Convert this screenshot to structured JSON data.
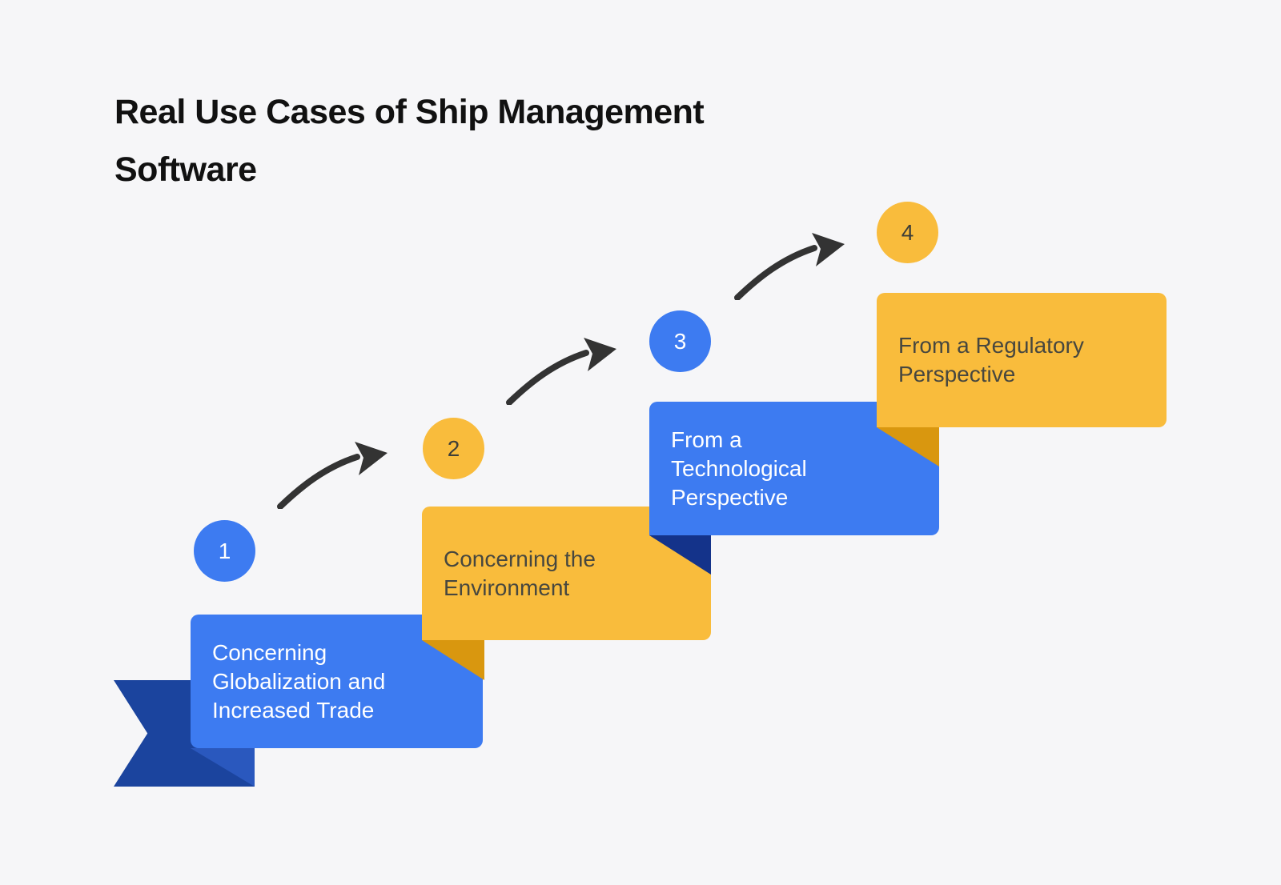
{
  "title": {
    "text": "Real Use Cases of Ship Management Software",
    "lines": [
      "Real Use Cases of Ship Management",
      "Software"
    ]
  },
  "steps": [
    {
      "number": "1",
      "label": "Concerning Globalization and Increased Trade",
      "lines": [
        "Concerning",
        "Globalization and",
        "Increased Trade"
      ],
      "box_color": "#3D7BF1",
      "text_color": "#FFFFFF"
    },
    {
      "number": "2",
      "label": "Concerning the Environment",
      "lines": [
        "Concerning the",
        "Environment"
      ],
      "box_color": "#F9BC3C",
      "text_color": "#47473F"
    },
    {
      "number": "3",
      "label": "From a Technological Perspective",
      "lines": [
        "From a",
        "Technological",
        "Perspective"
      ],
      "box_color": "#3D7BF1",
      "text_color": "#FFFFFF"
    },
    {
      "number": "4",
      "label": "From a Regulatory Perspective",
      "lines": [
        "From a Regulatory",
        "Perspective"
      ],
      "box_color": "#F9BC3C",
      "text_color": "#47473F"
    }
  ],
  "colors": {
    "background": "#F6F6F8",
    "blue": "#3D7BF1",
    "yellow": "#F9BC3C",
    "ribbon_navy": "#1B449E",
    "fold_blue_on_ribbon": "#2A58BE",
    "fold_navy": "#14338A",
    "fold_orange": "#D9970F",
    "arrow": "#333333",
    "title_text": "#111111"
  }
}
